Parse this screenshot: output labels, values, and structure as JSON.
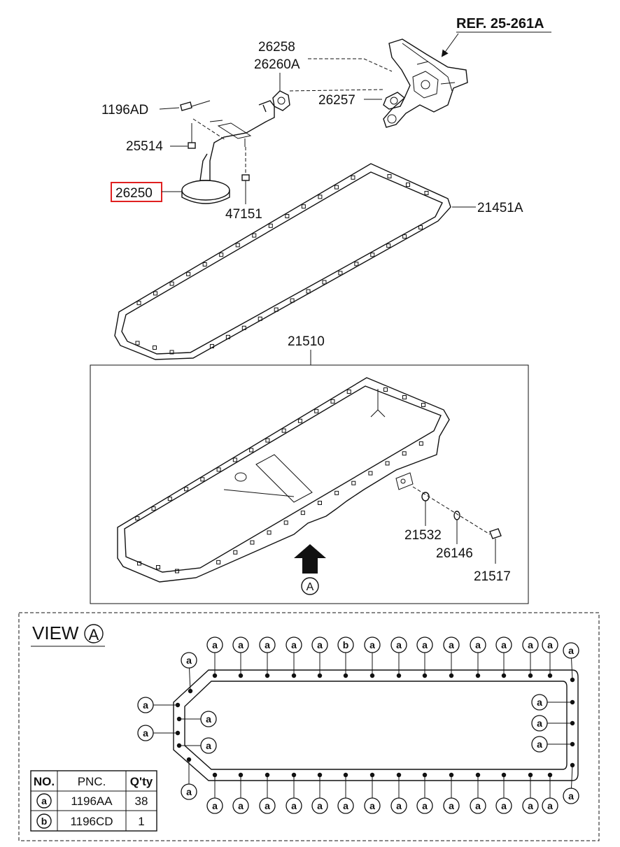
{
  "labels": {
    "ref": "REF. 25-261A",
    "p26258": "26258",
    "p26260A": "26260A",
    "p26257": "26257",
    "p1196AD": "1196AD",
    "p25514": "25514",
    "p26250": "26250",
    "p47151": "47151",
    "p21451A": "21451A",
    "p21510": "21510",
    "p21532": "21532",
    "p26146": "26146",
    "p21517": "21517",
    "arrow_marker": "A"
  },
  "highlight_color": "#e02020",
  "view": {
    "title": "VIEW",
    "marker": "A",
    "top_markers": [
      "a",
      "a",
      "a",
      "a",
      "a",
      "b",
      "a",
      "a",
      "a",
      "a",
      "a",
      "a",
      "a",
      "a"
    ],
    "bottom_markers": [
      "a",
      "a",
      "a",
      "a",
      "a",
      "a",
      "a",
      "a",
      "a",
      "a",
      "a",
      "a",
      "a",
      "a"
    ],
    "left_markers": [
      "a",
      "a",
      "a",
      "a",
      "a",
      "a",
      "a"
    ],
    "right_markers": [
      "a",
      "a",
      "a",
      "a",
      "a"
    ]
  },
  "table": {
    "headers": [
      "NO.",
      "PNC.",
      "Q'ty"
    ],
    "rows": [
      {
        "no": "a",
        "pnc": "1196AA",
        "qty": "38"
      },
      {
        "no": "b",
        "pnc": "1196CD",
        "qty": "1"
      }
    ]
  }
}
